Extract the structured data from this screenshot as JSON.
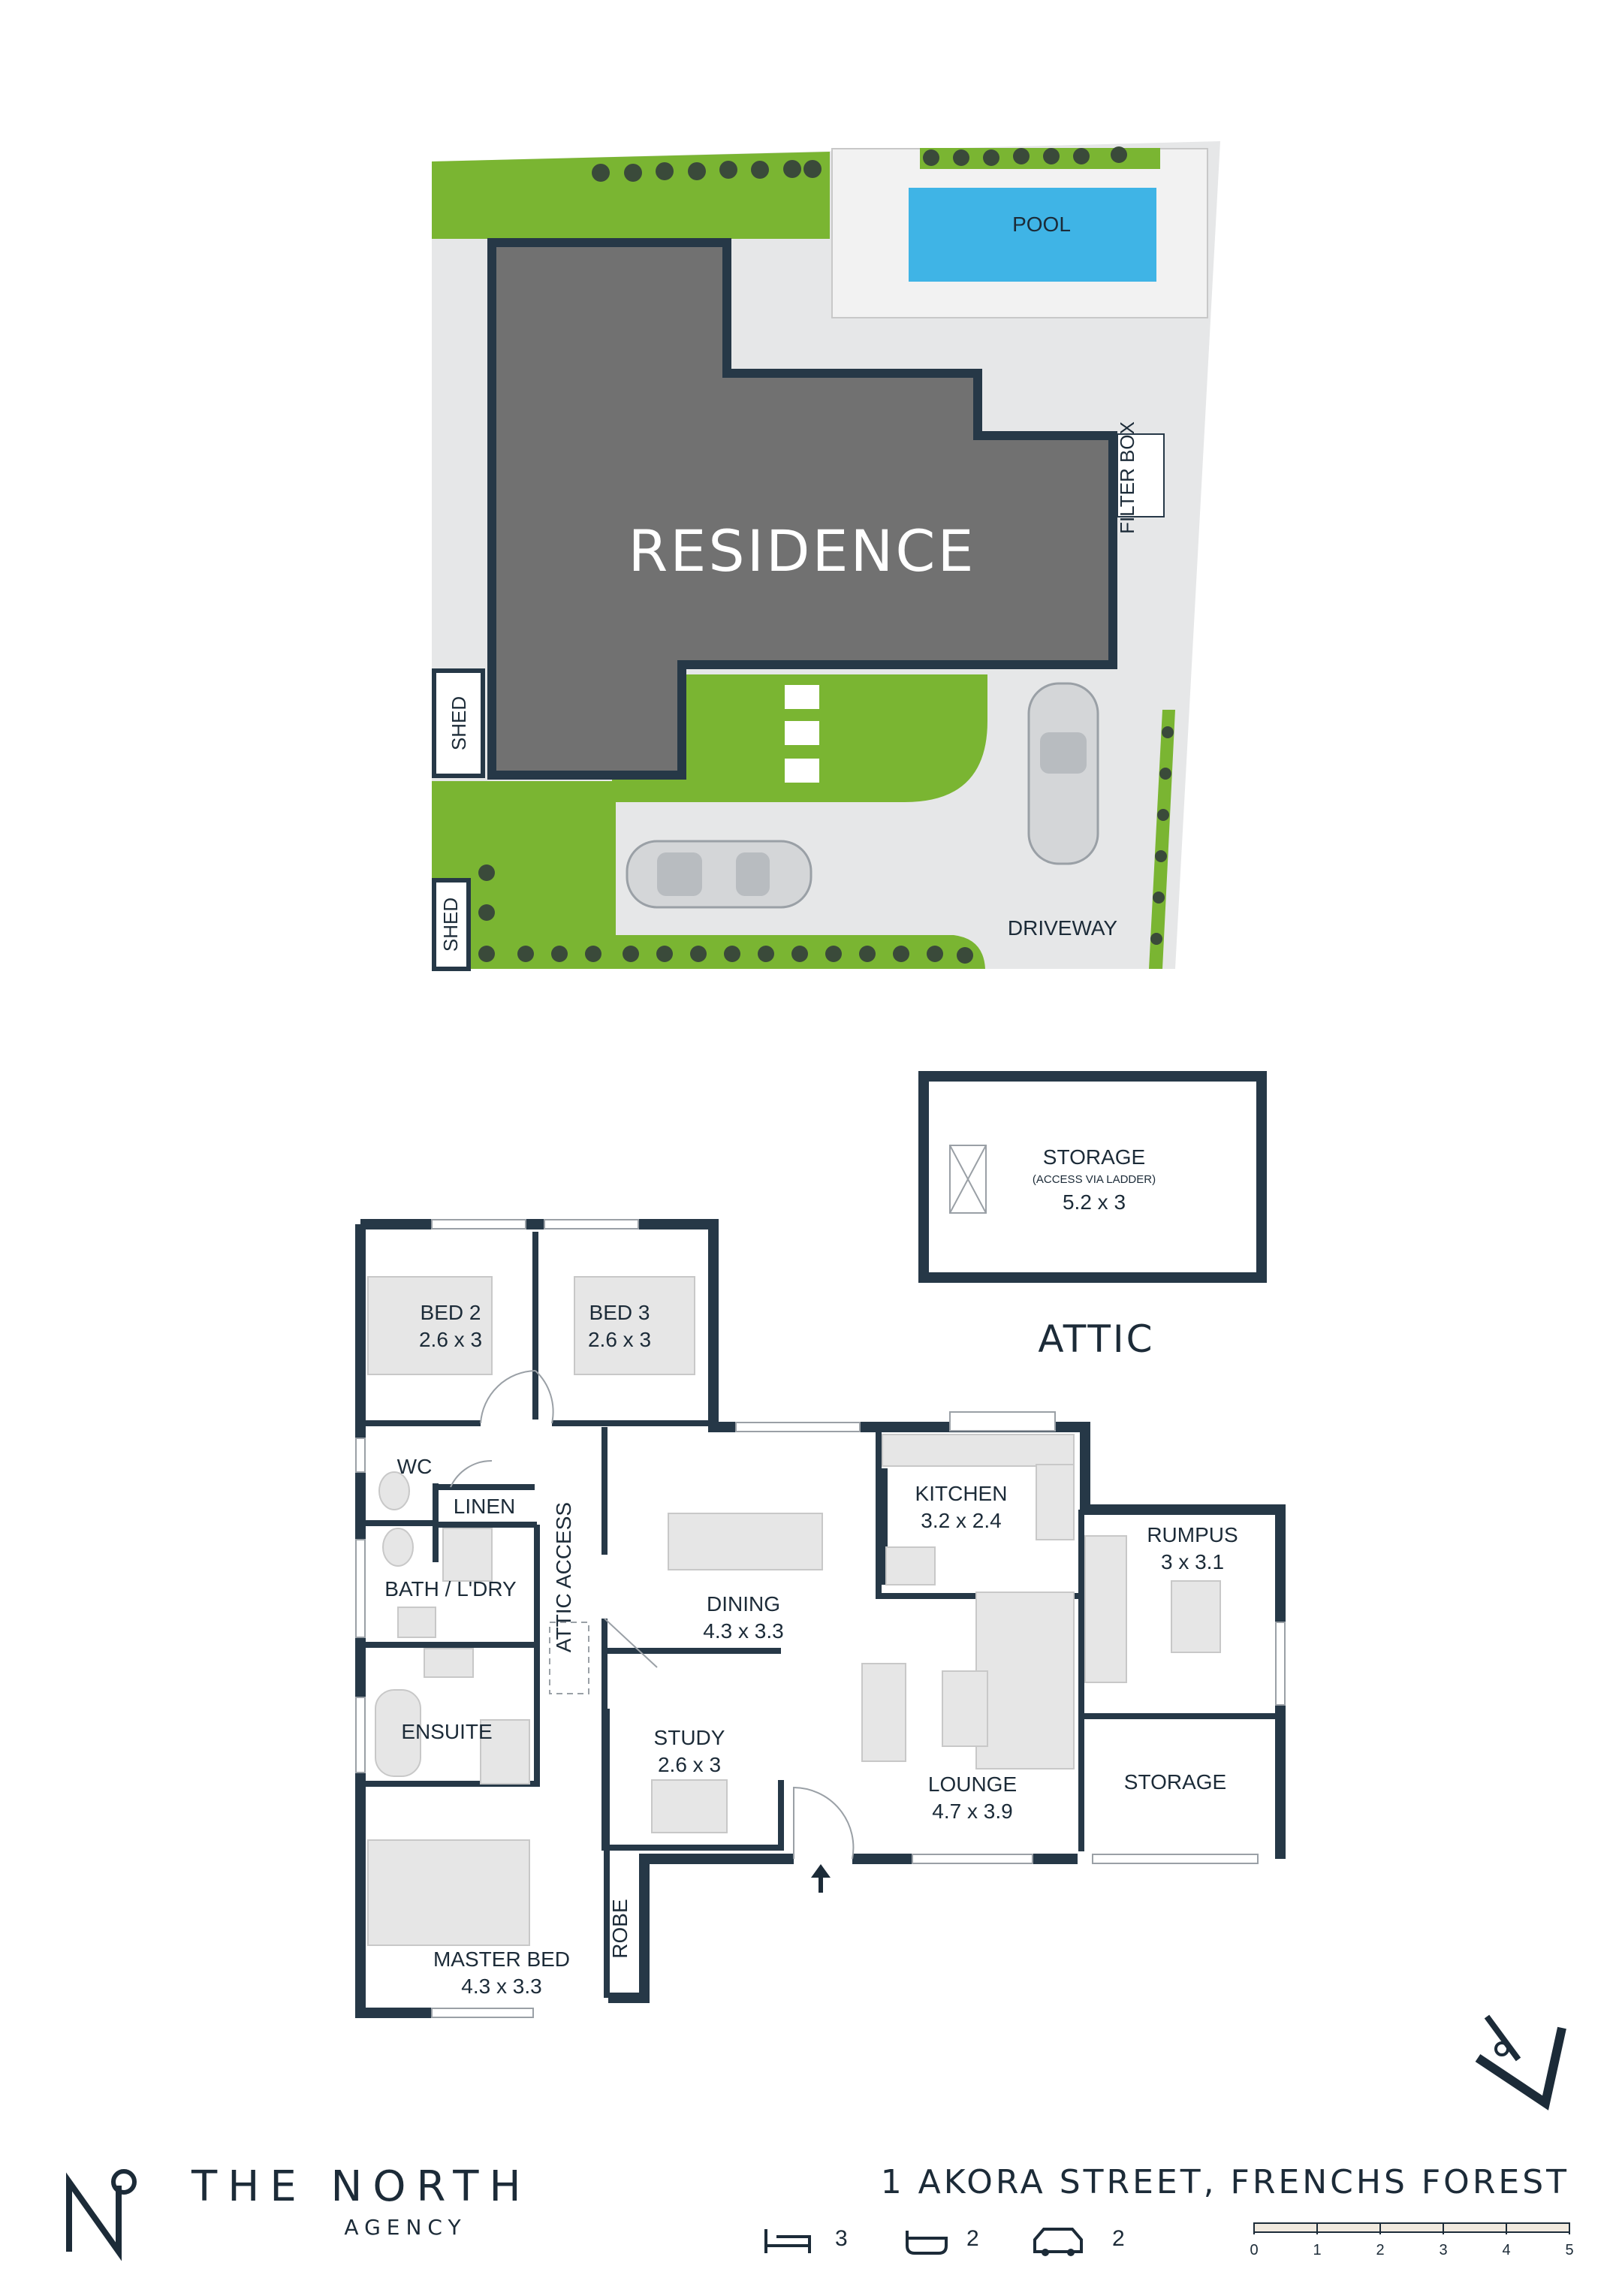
{
  "site_plan": {
    "residence": "RESIDENCE",
    "pool": "POOL",
    "filter_box": "FILTER BOX",
    "shed_upper": "SHED",
    "shed_lower": "SHED",
    "driveway": "DRIVEWAY"
  },
  "attic": {
    "heading": "ATTIC",
    "storage_name": "STORAGE",
    "storage_note": "(ACCESS VIA LADDER)",
    "storage_size": "5.2 x 3"
  },
  "floor_plan": {
    "bed2": {
      "name": "BED 2",
      "size": "2.6 x 3"
    },
    "bed3": {
      "name": "BED 3",
      "size": "2.6 x 3"
    },
    "wc": "WC",
    "linen": "LINEN",
    "bath": "BATH / L'DRY",
    "attic_access": "ATTIC ACCESS",
    "ensuite": "ENSUITE",
    "master": {
      "name": "MASTER BED",
      "size": "4.3 x 3.3"
    },
    "robe": "ROBE",
    "dining": {
      "name": "DINING",
      "size": "4.3 x 3.3"
    },
    "study": {
      "name": "STUDY",
      "size": "2.6 x 3"
    },
    "kitchen": {
      "name": "KITCHEN",
      "size": "3.2 x 2.4"
    },
    "lounge": {
      "name": "LOUNGE",
      "size": "4.7 x 3.9"
    },
    "rumpus": {
      "name": "RUMPUS",
      "size": "3 x 3.1"
    },
    "storage": "STORAGE"
  },
  "brand": {
    "name": "THE NORTH",
    "sub": "AGENCY"
  },
  "property": {
    "address": "1 AKORA STREET, FRENCHS FOREST",
    "beds": "3",
    "baths": "2",
    "cars": "2"
  },
  "scale": {
    "ticks": [
      "0",
      "1",
      "2",
      "3",
      "4",
      "5"
    ]
  },
  "colors": {
    "wall": "#263847",
    "building": "#717171",
    "lawn": "#7ab532",
    "pool": "#3fb4e6",
    "paving": "#e6e7e8"
  }
}
